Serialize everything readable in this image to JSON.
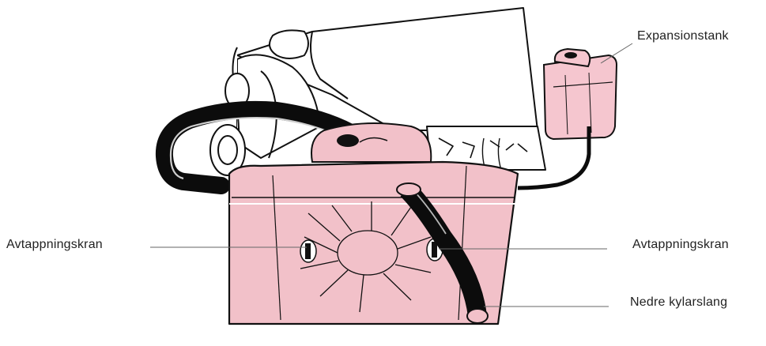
{
  "labels": {
    "expansion_tank": "Expansionstank",
    "drain_tap_left": "Avtappningskran",
    "drain_tap_right": "Avtappningskran",
    "lower_hose": "Nedre kylarslang"
  },
  "colors": {
    "radiator_fill": "#f2c1c9",
    "tank_fill": "#f5c6cf",
    "outline": "#111111",
    "hose": "#0c0c0c",
    "leader_line": "#666666",
    "text": "#222222"
  }
}
